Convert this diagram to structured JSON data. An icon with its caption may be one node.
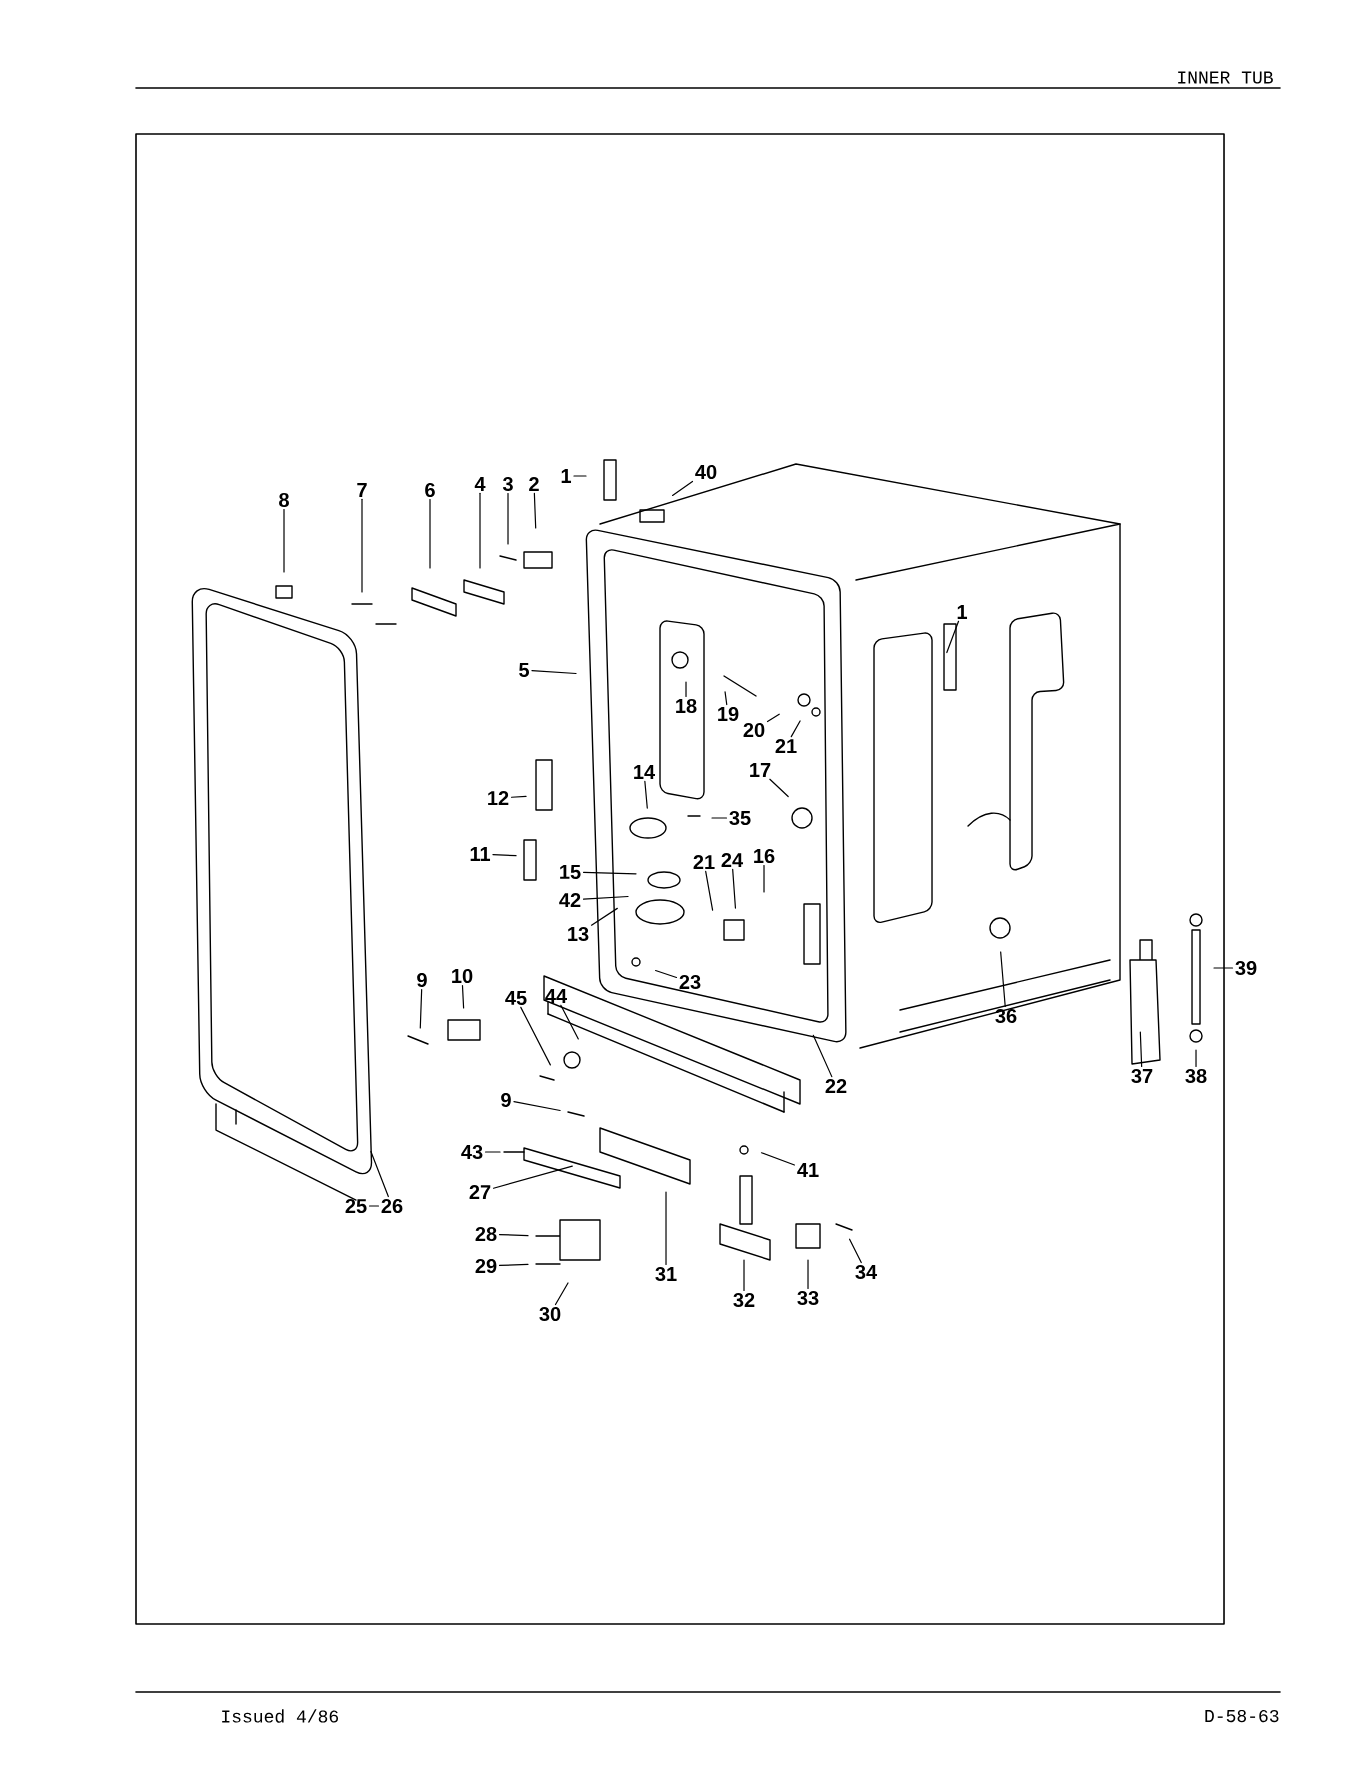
{
  "diagram": {
    "title": "INNER TUB",
    "nodes": [
      {
        "text": [
          "1"
        ]
      },
      {
        "text": [
          "40"
        ]
      },
      {
        "text": [
          "2"
        ]
      },
      {
        "text": [
          "3"
        ]
      },
      {
        "text": [
          "4"
        ]
      },
      {
        "text": [
          "6"
        ]
      },
      {
        "text": [
          "7"
        ]
      },
      {
        "text": [
          "8"
        ]
      },
      {
        "text": [
          "1"
        ]
      },
      {
        "text": [
          "5"
        ]
      },
      {
        "text": [
          "18"
        ]
      },
      {
        "text": [
          "19"
        ]
      },
      {
        "text": [
          "20"
        ]
      },
      {
        "text": [
          "21"
        ]
      },
      {
        "text": [
          "14"
        ]
      },
      {
        "text": [
          "17"
        ]
      },
      {
        "text": [
          "35"
        ]
      },
      {
        "text": [
          "12"
        ]
      },
      {
        "text": [
          "11"
        ]
      },
      {
        "text": [
          "15"
        ]
      },
      {
        "text": [
          "21"
        ]
      },
      {
        "text": [
          "24"
        ]
      },
      {
        "text": [
          "16"
        ]
      },
      {
        "text": [
          "42"
        ]
      },
      {
        "text": [
          "13"
        ]
      },
      {
        "text": [
          "39"
        ]
      },
      {
        "text": [
          "10"
        ]
      },
      {
        "text": [
          "9"
        ]
      },
      {
        "text": [
          "45"
        ]
      },
      {
        "text": [
          "44"
        ]
      },
      {
        "text": [
          "23"
        ]
      },
      {
        "text": [
          "36"
        ]
      },
      {
        "text": [
          "22"
        ]
      },
      {
        "text": [
          "37"
        ]
      },
      {
        "text": [
          "38"
        ]
      },
      {
        "text": [
          "9"
        ]
      },
      {
        "text": [
          "43"
        ]
      },
      {
        "text": [
          "41"
        ]
      },
      {
        "text": [
          "27"
        ]
      },
      {
        "text": [
          "25"
        ]
      },
      {
        "text": [
          "26"
        ]
      },
      {
        "text": [
          "28"
        ]
      },
      {
        "text": [
          "29"
        ]
      },
      {
        "text": [
          "31"
        ]
      },
      {
        "text": [
          "34"
        ]
      },
      {
        "text": [
          "32"
        ]
      },
      {
        "text": [
          "33"
        ]
      },
      {
        "text": [
          "30"
        ]
      }
    ],
    "edges": [
      {
        "from": 0,
        "to": null,
        "arrow": "none"
      },
      {
        "from": 1,
        "to": null,
        "arrow": "none"
      },
      {
        "from": 2,
        "to": null,
        "arrow": "none"
      },
      {
        "from": 3,
        "to": null,
        "arrow": "none"
      },
      {
        "from": 4,
        "to": null,
        "arrow": "none"
      },
      {
        "from": 5,
        "to": null,
        "arrow": "none"
      },
      {
        "from": 6,
        "to": null,
        "arrow": "none"
      },
      {
        "from": 7,
        "to": null,
        "arrow": "none"
      },
      {
        "from": 8,
        "to": null,
        "arrow": "none"
      },
      {
        "from": 9,
        "to": null,
        "arrow": "none"
      },
      {
        "from": 10,
        "to": null,
        "arrow": "none"
      },
      {
        "from": 11,
        "to": null,
        "arrow": "none"
      },
      {
        "from": 12,
        "to": null,
        "arrow": "none"
      },
      {
        "from": 13,
        "to": null,
        "arrow": "none"
      },
      {
        "from": 14,
        "to": null,
        "arrow": "none"
      },
      {
        "from": 15,
        "to": null,
        "arrow": "none"
      },
      {
        "from": 16,
        "to": null,
        "arrow": "none"
      },
      {
        "from": 17,
        "to": null,
        "arrow": "none"
      },
      {
        "from": 18,
        "to": null,
        "arrow": "none"
      },
      {
        "from": 19,
        "to": null,
        "arrow": "none"
      },
      {
        "from": 20,
        "to": null,
        "arrow": "none"
      },
      {
        "from": 21,
        "to": null,
        "arrow": "none"
      },
      {
        "from": 22,
        "to": null,
        "arrow": "none"
      },
      {
        "from": 23,
        "to": null,
        "arrow": "none"
      },
      {
        "from": 24,
        "to": null,
        "arrow": "none"
      },
      {
        "from": 25,
        "to": null,
        "arrow": "none"
      },
      {
        "from": 26,
        "to": null,
        "arrow": "none"
      },
      {
        "from": 27,
        "to": null,
        "arrow": "none"
      },
      {
        "from": 28,
        "to": null,
        "arrow": "none"
      },
      {
        "from": 29,
        "to": null,
        "arrow": "none"
      },
      {
        "from": 30,
        "to": null,
        "arrow": "none"
      },
      {
        "from": 31,
        "to": null,
        "arrow": "none"
      },
      {
        "from": 32,
        "to": null,
        "arrow": "none"
      },
      {
        "from": 33,
        "to": null,
        "arrow": "none"
      },
      {
        "from": 34,
        "to": null,
        "arrow": "none"
      },
      {
        "from": 35,
        "to": null,
        "arrow": "none"
      },
      {
        "from": 36,
        "to": null,
        "arrow": "none"
      },
      {
        "from": 37,
        "to": null,
        "arrow": "none"
      },
      {
        "from": 38,
        "to": null,
        "arrow": "none"
      },
      {
        "from": 39,
        "to": 40,
        "arrow": "none"
      },
      {
        "from": 40,
        "to": null,
        "arrow": "none"
      },
      {
        "from": 41,
        "to": null,
        "arrow": "none"
      },
      {
        "from": 42,
        "to": null,
        "arrow": "none"
      },
      {
        "from": 43,
        "to": null,
        "arrow": "none"
      },
      {
        "from": 44,
        "to": null,
        "arrow": "none"
      },
      {
        "from": 45,
        "to": null,
        "arrow": "none"
      },
      {
        "from": 46,
        "to": null,
        "arrow": "none"
      },
      {
        "from": 47,
        "to": null,
        "arrow": "none"
      }
    ],
    "labels": [
      "Issued 4/86",
      "D-58-63"
    ]
  }
}
